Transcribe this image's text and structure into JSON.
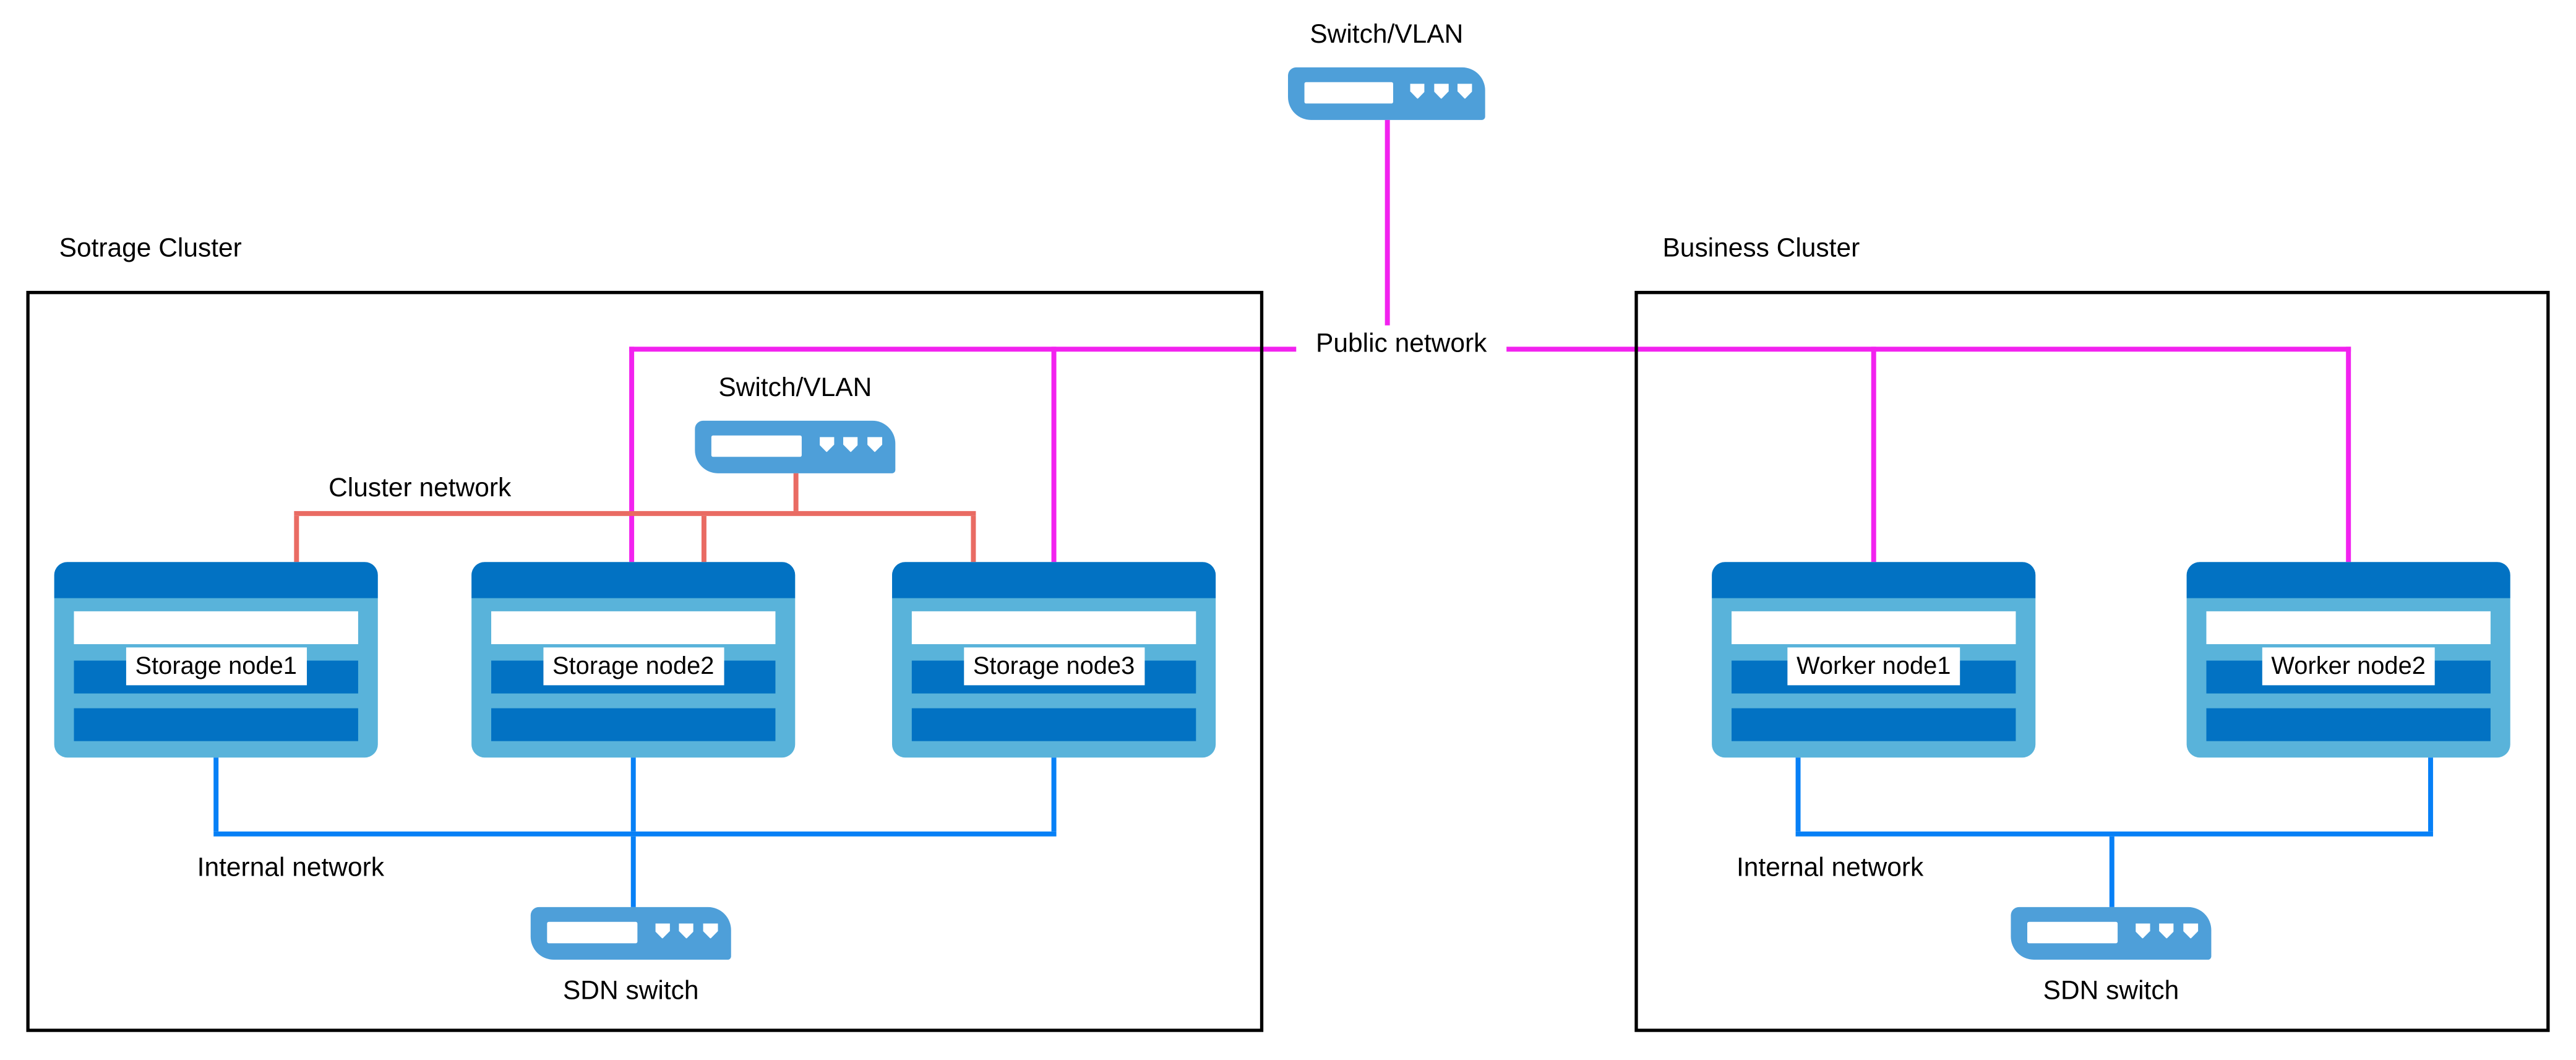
{
  "top_switch": {
    "label": "Switch/VLAN"
  },
  "public_network": {
    "label": "Public network"
  },
  "storage_cluster": {
    "title": "Sotrage Cluster",
    "switch": {
      "label": "Switch/VLAN"
    },
    "cluster_network": {
      "label": "Cluster network"
    },
    "internal_network": {
      "label": "Internal network"
    },
    "sdn_switch": {
      "label": "SDN switch"
    },
    "nodes": [
      {
        "label": "Storage node1"
      },
      {
        "label": "Storage node2"
      },
      {
        "label": "Storage node3"
      }
    ]
  },
  "business_cluster": {
    "title": "Business Cluster",
    "internal_network": {
      "label": "Internal network"
    },
    "sdn_switch": {
      "label": "SDN switch"
    },
    "nodes": [
      {
        "label": "Worker node1"
      },
      {
        "label": "Worker node2"
      }
    ]
  },
  "colors": {
    "node_body": "#59B3DA",
    "node_accent": "#0272C3",
    "switch_fill": "#4E9FD9",
    "public_network": "#F222EF",
    "cluster_network": "#E96B63",
    "internal_network": "#0780F6",
    "box_border": "#000000"
  }
}
